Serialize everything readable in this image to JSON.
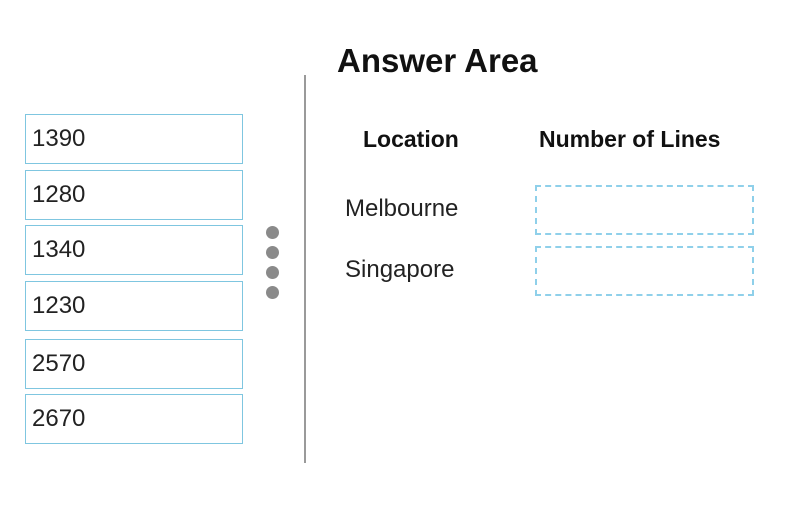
{
  "options": [
    "1390",
    "1280",
    "1340",
    "1230",
    "2570",
    "2670"
  ],
  "answer_area": {
    "title": "Answer Area",
    "headers": {
      "location": "Location",
      "lines": "Number of Lines"
    },
    "rows": [
      {
        "location": "Melbourne",
        "value": ""
      },
      {
        "location": "Singapore",
        "value": ""
      }
    ]
  },
  "colors": {
    "option_border": "#7fc6e0",
    "drop_border": "#8fd0ea",
    "divider": "#9a9a9a",
    "dots": "#8a8a8a"
  },
  "icons": {
    "drag_handle": "vertical-dots-icon"
  }
}
